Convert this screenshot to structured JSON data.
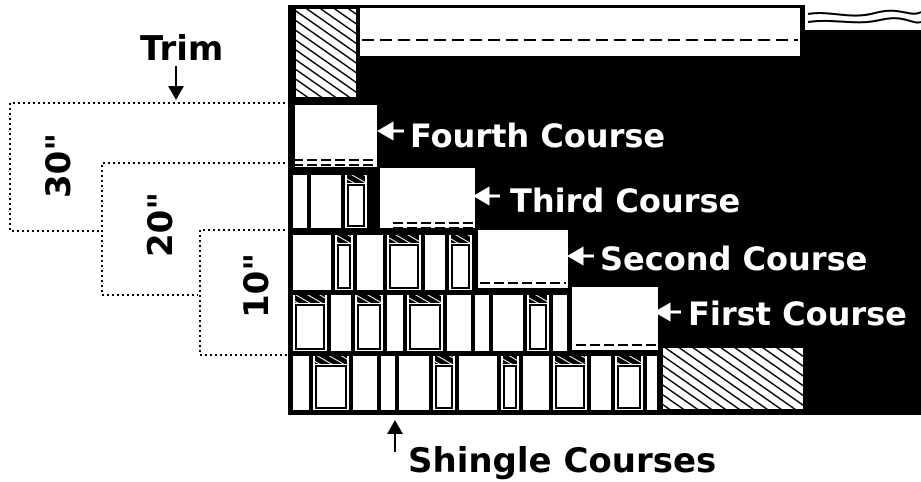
{
  "labels": {
    "trim": "Trim",
    "fourth_course": "Fourth Course",
    "third_course": "Third Course",
    "second_course": "Second Course",
    "first_course": "First Course",
    "shingle_courses": "Shingle Courses"
  },
  "dimensions": {
    "d30": "30\"",
    "d20": "20\"",
    "d10": "10\""
  },
  "colors": {
    "ink": "#000000",
    "paper": "#ffffff"
  }
}
